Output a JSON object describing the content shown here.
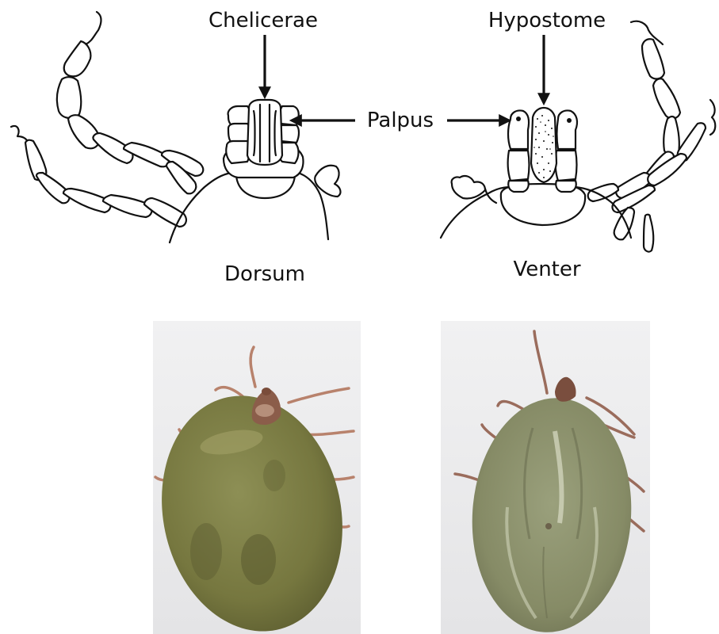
{
  "labels": {
    "chelicerae": "Chelicerae",
    "hypostome": "Hypostome",
    "palpus": "Palpus",
    "dorsum": "Dorsum",
    "venter": "Venter"
  },
  "colors": {
    "line": "#111111",
    "photo_background": "#e9e9ea",
    "tick_body": "#7d7f4a",
    "tick_body_venter": "#8a8f6a",
    "tick_capitulum": "#8a5a48",
    "tick_legs": "#b07a66"
  }
}
